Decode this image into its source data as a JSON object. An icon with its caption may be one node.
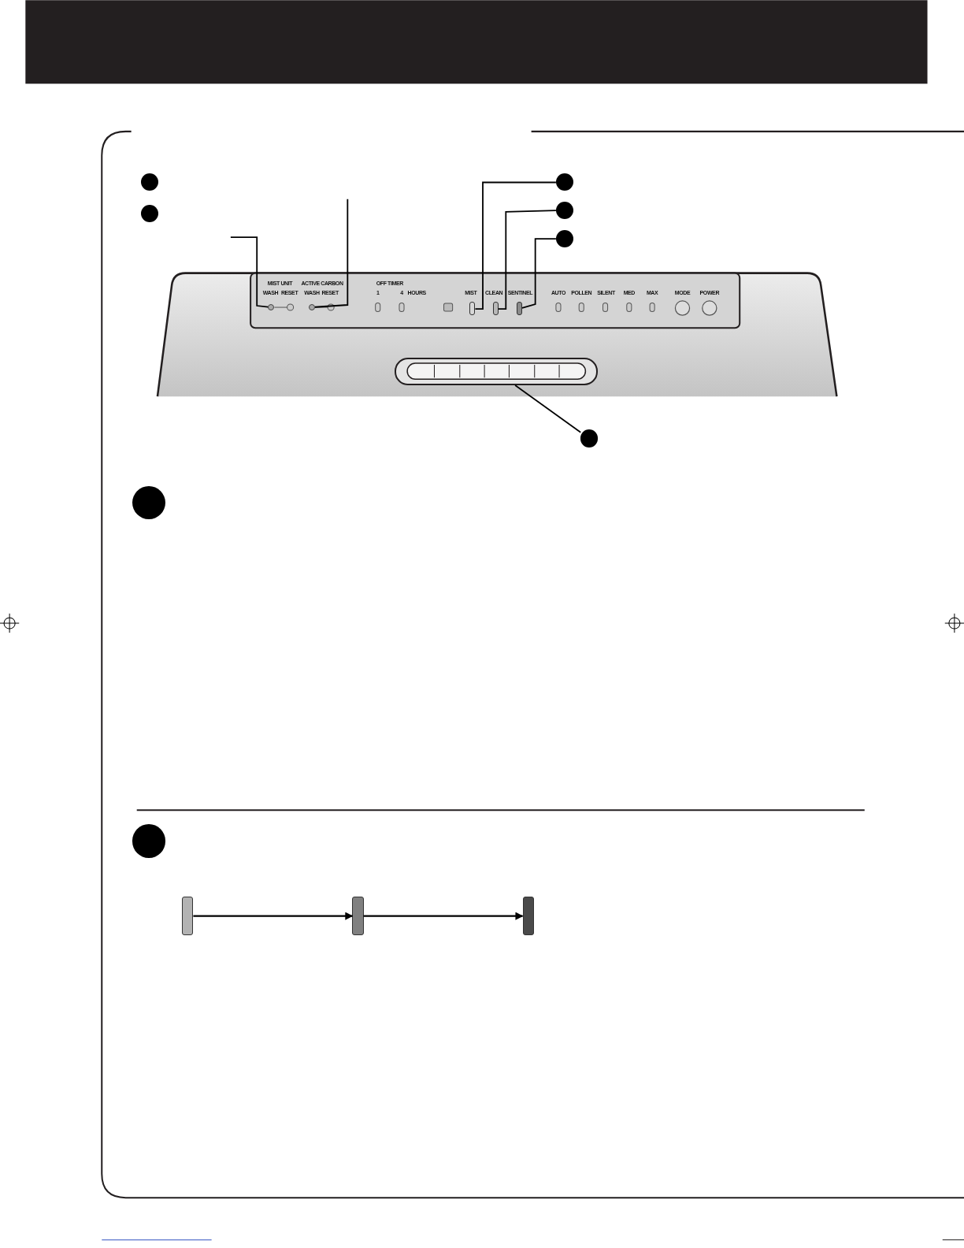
{
  "diagram": {
    "nodes": [
      {
        "text": [],
        "shape": "circle"
      },
      {
        "text": [],
        "shape": "circle"
      },
      {
        "text": [],
        "shape": "circle"
      },
      {
        "text": [],
        "shape": "circle"
      },
      {
        "text": [],
        "shape": "circle"
      },
      {
        "text": [],
        "shape": "circle"
      },
      {
        "text": [],
        "shape": "circle"
      },
      {
        "text": [],
        "shape": "bar"
      },
      {
        "text": [],
        "shape": "bar"
      },
      {
        "text": [],
        "shape": "bar"
      },
      {
        "text": [],
        "shape": "bar"
      },
      {
        "text": [],
        "shape": "circle"
      },
      {
        "text": [],
        "shape": "circle"
      },
      {
        "text": [],
        "shape": "circle"
      },
      {
        "text": [],
        "shape": "bar"
      },
      {
        "text": [],
        "shape": "bar"
      },
      {
        "text": [],
        "shape": "bar"
      }
    ],
    "edges": [
      {
        "from": null,
        "to": 5,
        "arrow": "none"
      },
      {
        "from": null,
        "to": 6,
        "arrow": "none"
      },
      {
        "from": 2,
        "to": 7,
        "arrow": "none"
      },
      {
        "from": 3,
        "to": 8,
        "arrow": "none"
      },
      {
        "from": 4,
        "to": 9,
        "arrow": "none"
      },
      {
        "from": 11,
        "to": 10,
        "arrow": "none"
      },
      {
        "from": 14,
        "to": 15,
        "arrow": "to"
      },
      {
        "from": 15,
        "to": 16,
        "arrow": "to"
      }
    ],
    "labels": [
      "MIST UNIT",
      "ACTIVE CARBON",
      "OFF TIMER",
      "WASH",
      "RESET",
      "WASH",
      "RESET",
      "1",
      "4",
      "HOURS",
      "MIST",
      "CLEAN",
      "SENTINEL",
      "AUTO",
      "POLLEN",
      "SILENT",
      "MED",
      "MAX",
      "MODE",
      "POWER"
    ]
  }
}
